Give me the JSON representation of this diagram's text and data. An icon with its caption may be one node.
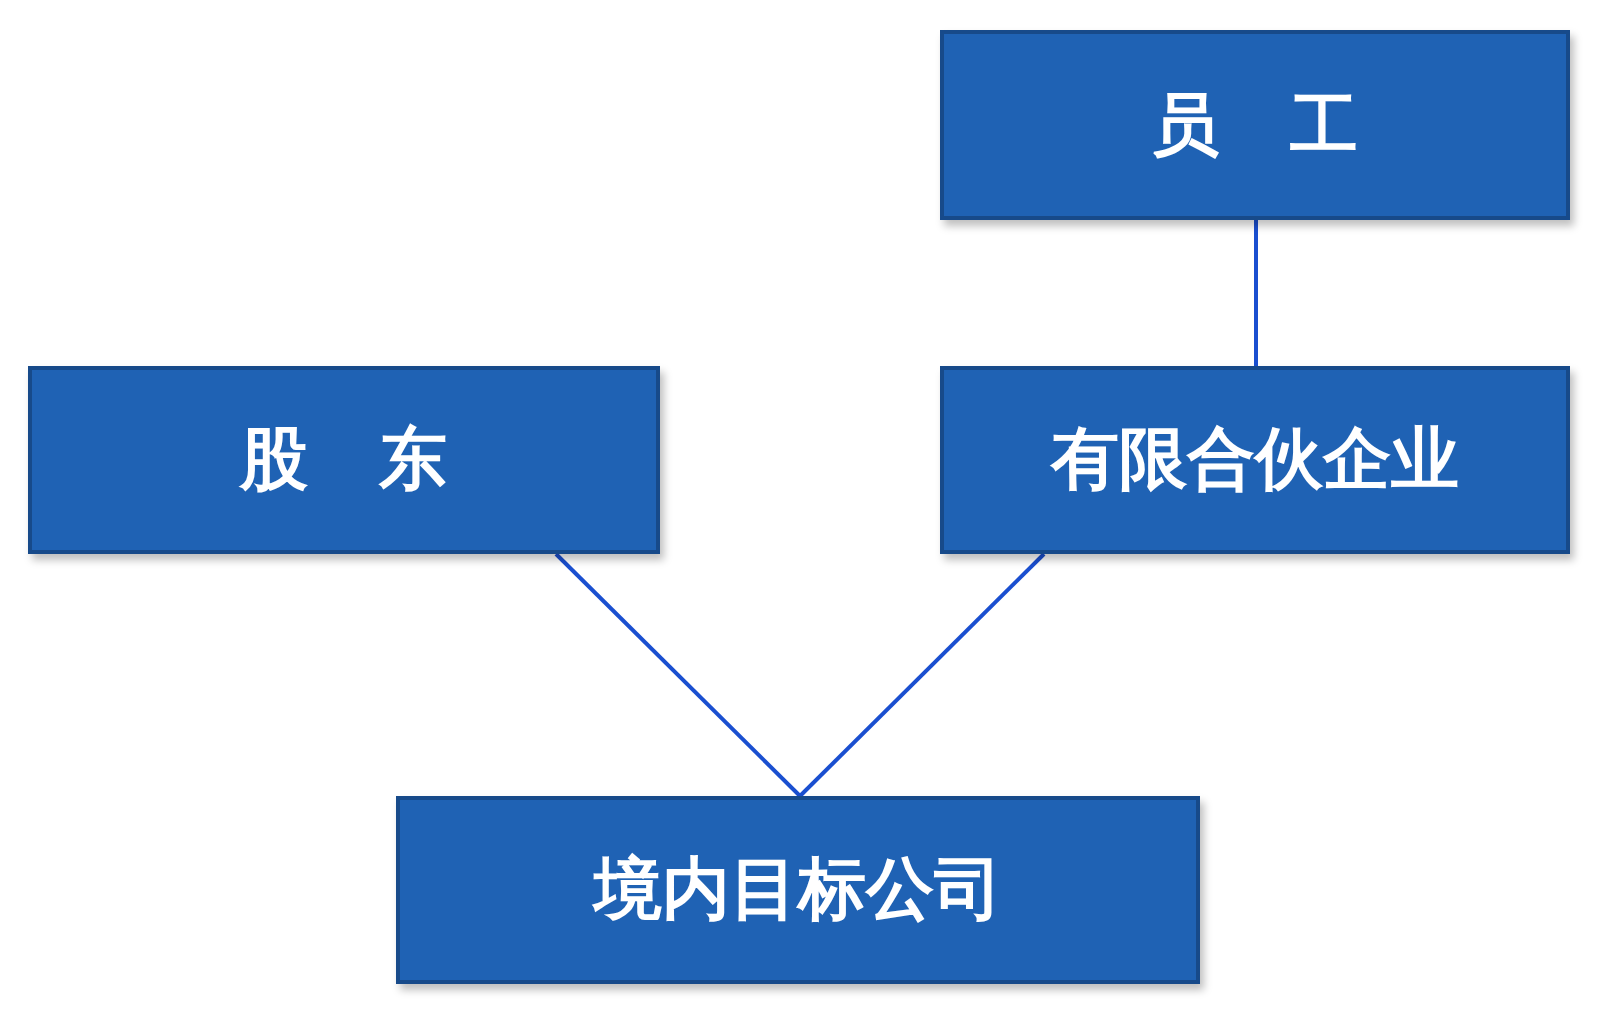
{
  "diagram": {
    "nodes": [
      {
        "text": [
          "员 工"
        ]
      },
      {
        "text": [
          "股 东"
        ]
      },
      {
        "text": [
          "有限合伙企业"
        ]
      },
      {
        "text": [
          "境内目标公司"
        ]
      }
    ],
    "edges": [
      {
        "from": 0,
        "to": 2,
        "arrow": "none"
      },
      {
        "from": 1,
        "to": 3,
        "arrow": "none"
      },
      {
        "from": 2,
        "to": 3,
        "arrow": "none"
      }
    ]
  }
}
